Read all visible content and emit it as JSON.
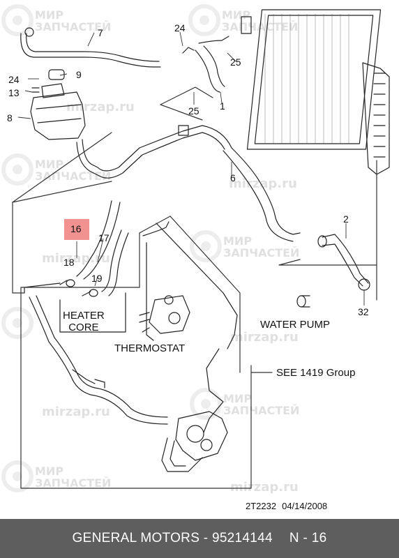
{
  "watermark": {
    "brand_line1": "МИР",
    "brand_line2": "ЗАПЧАСТЕЙ",
    "site": "mirzap.ru"
  },
  "callouts": [
    "7",
    "24",
    "9",
    "24",
    "13",
    "8",
    "25",
    "25",
    "1",
    "6",
    "2",
    "16",
    "17",
    "18",
    "19",
    "32"
  ],
  "captions": {
    "heater_core_line1": "HEATER",
    "heater_core_line2": "CORE",
    "thermostat": "THERMOSTAT",
    "water_pump": "WATER PUMP",
    "see_group": "SEE 1419 Group"
  },
  "highlight": {
    "part_number": "16",
    "color": "#e53935"
  },
  "diagram_code": "2T2232",
  "diagram_date": "04/14/2008",
  "footer": {
    "manufacturer_part": "GENERAL MOTORS - 95214144",
    "page": "N - 16"
  }
}
